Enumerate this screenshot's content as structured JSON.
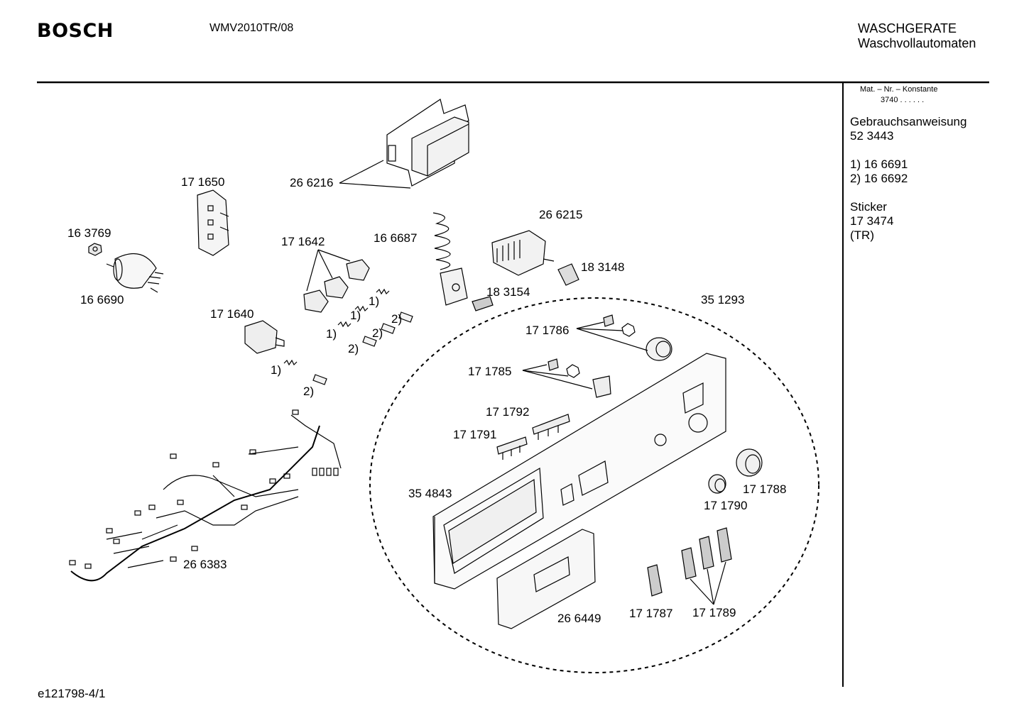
{
  "header": {
    "brand": "BOSCH",
    "model": "WMV2010TR/08",
    "category_line1": "WASCHGERATE",
    "category_line2": "Waschvollautomaten"
  },
  "sidebar": {
    "mat_label": "Mat. – Nr. – Konstante",
    "mat_value": "3740  .  .  .  .  .  .",
    "manual_label": "Gebrauchsanweisung",
    "manual_number": "52 3443",
    "note1": "1) 16 6691",
    "note2": "2) 16 6692",
    "sticker_label": "Sticker",
    "sticker_number": "17 3474",
    "sticker_country": "(TR)"
  },
  "parts": {
    "p266216": "26 6216",
    "p171650": "17 1650",
    "p163769": "16 3769",
    "p166690": "16 6690",
    "p171642": "17 1642",
    "p166687": "16 6687",
    "p266215": "26 6215",
    "p183148": "18 3148",
    "p183154": "18 3154",
    "p171640": "17 1640",
    "p351293": "35 1293",
    "p171786": "17 1786",
    "p171785": "17 1785",
    "p171792": "17 1792",
    "p171791": "17 1791",
    "p354843": "35 4843",
    "p171788": "17 1788",
    "p171790": "17 1790",
    "p266383": "26 6383",
    "p266449": "26 6449",
    "p171787": "17 1787",
    "p171789": "17 1789"
  },
  "footnote_marks": {
    "one": "1)",
    "two": "2)"
  },
  "footer": {
    "drawing_id": "e121798-4/1"
  }
}
